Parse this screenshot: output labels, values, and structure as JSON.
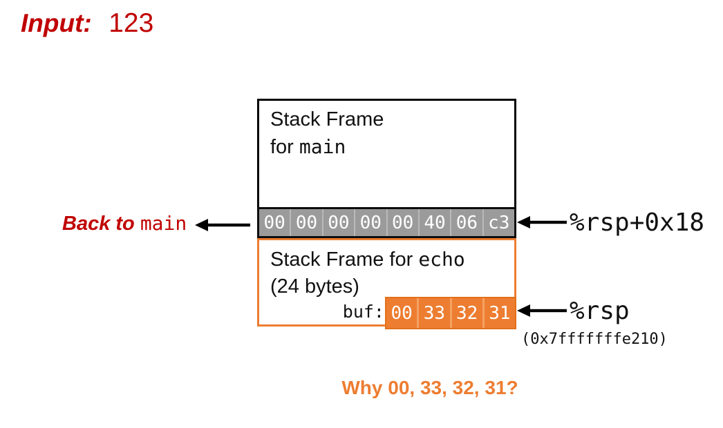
{
  "colors": {
    "dark_red": "#C00000",
    "orange": "#ED7D31",
    "orange_light": "#F4A263",
    "orange_dark": "#E2701A",
    "gray_fill": "#9B9B9B",
    "gray_light": "#B9B9B9"
  },
  "input": {
    "label": "Input:",
    "value": "123"
  },
  "main_frame": {
    "title_line1": "Stack Frame",
    "title_line2_prefix": "for ",
    "title_line2_code": "main"
  },
  "return_address_row": {
    "bytes": [
      "00",
      "00",
      "00",
      "00",
      "00",
      "40",
      "06",
      "c3"
    ]
  },
  "back_to": {
    "prefix": "Back to ",
    "code": "main"
  },
  "annotations": {
    "rsp_offset": "%rsp+0x18",
    "rsp": "%rsp",
    "rsp_address": "(0x7fffffffe210)"
  },
  "echo_frame": {
    "title_prefix": "Stack Frame for ",
    "title_code": "echo",
    "subtitle": "(24 bytes)",
    "buf_label": "buf:",
    "buf_bytes": [
      "00",
      "33",
      "32",
      "31"
    ]
  },
  "question": "Why 00, 33, 32, 31?"
}
